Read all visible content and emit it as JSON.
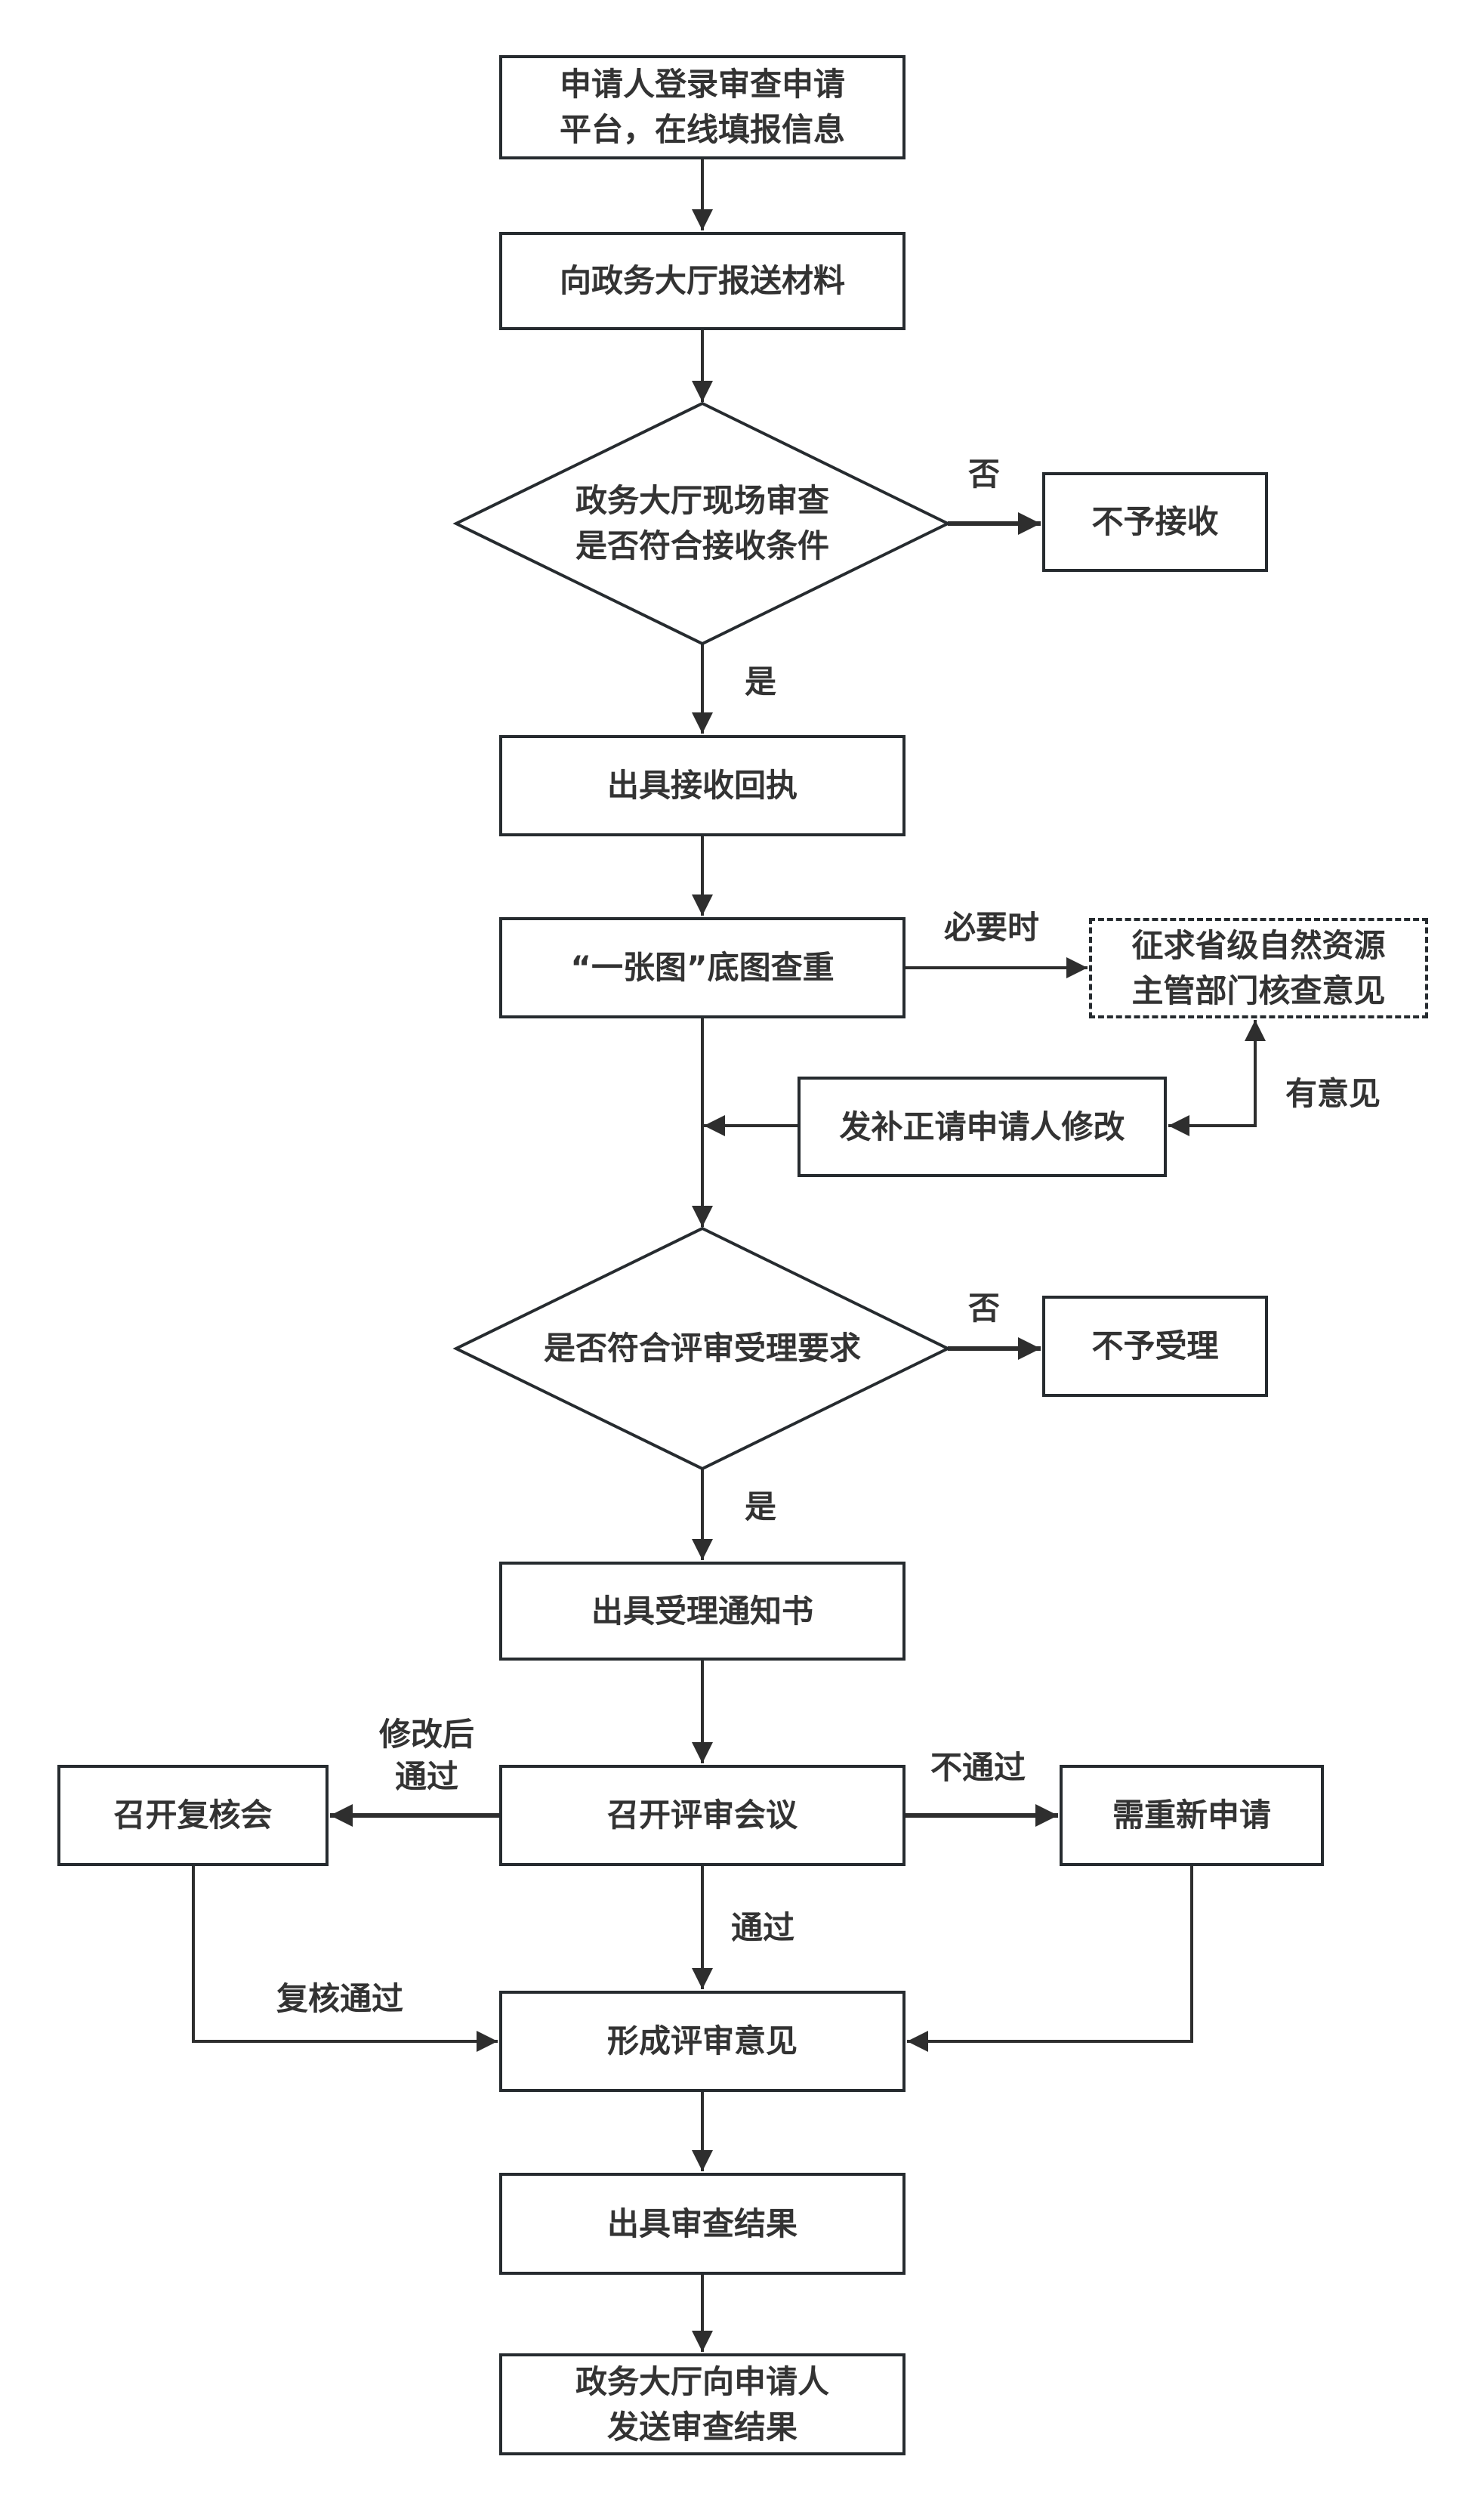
{
  "diagram": {
    "type": "flowchart",
    "nodes": {
      "login": {
        "shape": "process",
        "label": "申请人登录审查申请\n平台，在线填报信息"
      },
      "submit": {
        "shape": "process",
        "label": "向政务大厅报送材料"
      },
      "check_accept": {
        "shape": "decision",
        "label": "政务大厅现场审查\n是否符合接收条件"
      },
      "reject_receive": {
        "shape": "process",
        "label": "不予接收"
      },
      "receipt": {
        "shape": "process",
        "label": "出具接收回执"
      },
      "dedupe": {
        "shape": "process",
        "label": "“一张图”底图查重"
      },
      "consult": {
        "shape": "process-dashed",
        "label": "征求省级自然资源\n主管部门核查意见"
      },
      "amend": {
        "shape": "process",
        "label": "发补正请申请人修改"
      },
      "check_review": {
        "shape": "decision",
        "label": "是否符合评审受理要求"
      },
      "reject_review": {
        "shape": "process",
        "label": "不予受理"
      },
      "notice": {
        "shape": "process",
        "label": "出具受理通知书"
      },
      "meeting": {
        "shape": "process",
        "label": "召开评审会议"
      },
      "recheck": {
        "shape": "process",
        "label": "召开复核会"
      },
      "reapply": {
        "shape": "process",
        "label": "需重新申请"
      },
      "opinion": {
        "shape": "process",
        "label": "形成评审意见"
      },
      "result": {
        "shape": "process",
        "label": "出具审查结果"
      },
      "send": {
        "shape": "process",
        "label": "政务大厅向申请人\n发送审查结果"
      }
    },
    "edge_labels": {
      "no_1": "否",
      "yes_1": "是",
      "when_needed": "必要时",
      "has_opinion": "有意见",
      "no_2": "否",
      "yes_2": "是",
      "pass_after_modify": "修改后\n通过",
      "fail": "不通过",
      "pass": "通过",
      "recheck_pass": "复核通过"
    },
    "edges": [
      {
        "from": "login",
        "to": "submit"
      },
      {
        "from": "submit",
        "to": "check_accept"
      },
      {
        "from": "check_accept",
        "to": "reject_receive",
        "label": "否"
      },
      {
        "from": "check_accept",
        "to": "receipt",
        "label": "是"
      },
      {
        "from": "receipt",
        "to": "dedupe"
      },
      {
        "from": "dedupe",
        "to": "consult",
        "label": "必要时"
      },
      {
        "from": "consult",
        "to": "amend",
        "label": "有意见"
      },
      {
        "from": "amend",
        "to": "check_review"
      },
      {
        "from": "dedupe",
        "to": "check_review"
      },
      {
        "from": "check_review",
        "to": "reject_review",
        "label": "否"
      },
      {
        "from": "check_review",
        "to": "notice",
        "label": "是"
      },
      {
        "from": "notice",
        "to": "meeting"
      },
      {
        "from": "meeting",
        "to": "recheck",
        "label": "修改后通过"
      },
      {
        "from": "meeting",
        "to": "reapply",
        "label": "不通过"
      },
      {
        "from": "meeting",
        "to": "opinion",
        "label": "通过"
      },
      {
        "from": "recheck",
        "to": "opinion",
        "label": "复核通过"
      },
      {
        "from": "reapply",
        "to": "opinion"
      },
      {
        "from": "opinion",
        "to": "result"
      },
      {
        "from": "result",
        "to": "send"
      }
    ],
    "colors": {
      "stroke": "#262b2f",
      "text": "#333333",
      "background": "#ffffff"
    }
  }
}
